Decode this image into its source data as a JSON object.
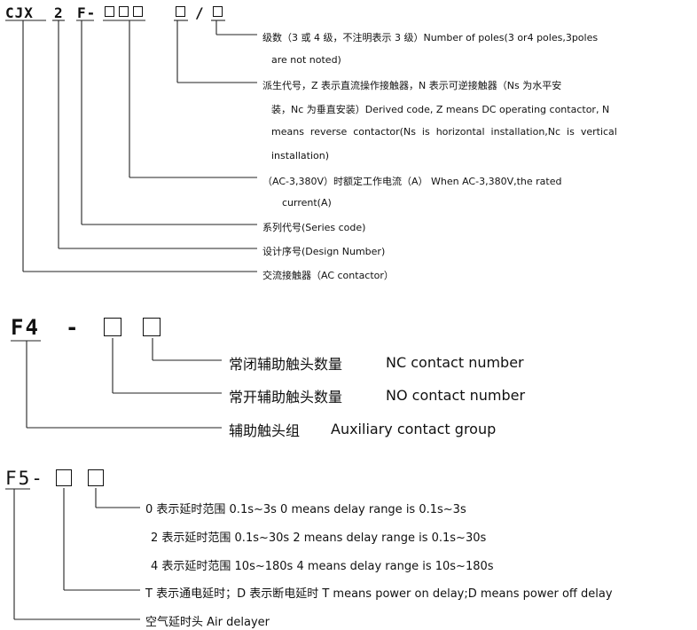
{
  "section1": {
    "code": {
      "c1": "CJX",
      "c2": "2",
      "c3": "F-",
      "slash": "/"
    },
    "items": [
      {
        "l1": "级数（3 或 4 级，不注明表示 3 级）Number of poles(3 or4 poles,3poles",
        "l2": "are not noted)"
      },
      {
        "l1": "派生代号，Z 表示直流操作接触器，N 表示可逆接触器（Ns 为水平安",
        "l2": "装，Nc 为垂直安装）Derived code, Z means DC operating contactor, N",
        "l3": "means  reverse  contactor(Ns  is  horizontal  installation,Nc  is  vertical",
        "l4": "installation)"
      },
      {
        "l1": "（AC-3,380V）时额定工作电流（A） When AC-3,380V,the rated",
        "l2": "current(A)"
      },
      {
        "l1": "系列代号(Series code)"
      },
      {
        "l1": "设计序号(Design Number)"
      },
      {
        "l1": "交流接触器（AC contactor）"
      }
    ]
  },
  "section2": {
    "code": {
      "c1": "F4",
      "c2": "-"
    },
    "items": [
      {
        "zh": "常闭辅助触头数量",
        "en": "NC contact number"
      },
      {
        "zh": "常开辅助触头数量",
        "en": "NO contact number"
      },
      {
        "zh": "辅助触头组",
        "en": "Auxiliary contact group"
      }
    ]
  },
  "section3": {
    "code": {
      "c1": "F5-"
    },
    "items": [
      {
        "text": "0 表示延时范围 0.1s~3s 0 means delay range is 0.1s~3s"
      },
      {
        "text": "2 表示延时范围 0.1s~30s 2 means delay range is 0.1s~30s"
      },
      {
        "text": "4 表示延时范围 10s~180s 4 means delay range is 10s~180s"
      },
      {
        "text": "T 表示通电延时；D 表示断电延时  T means power on delay;D means power off delay"
      },
      {
        "text": "空气延时头  Air delayer"
      }
    ]
  }
}
